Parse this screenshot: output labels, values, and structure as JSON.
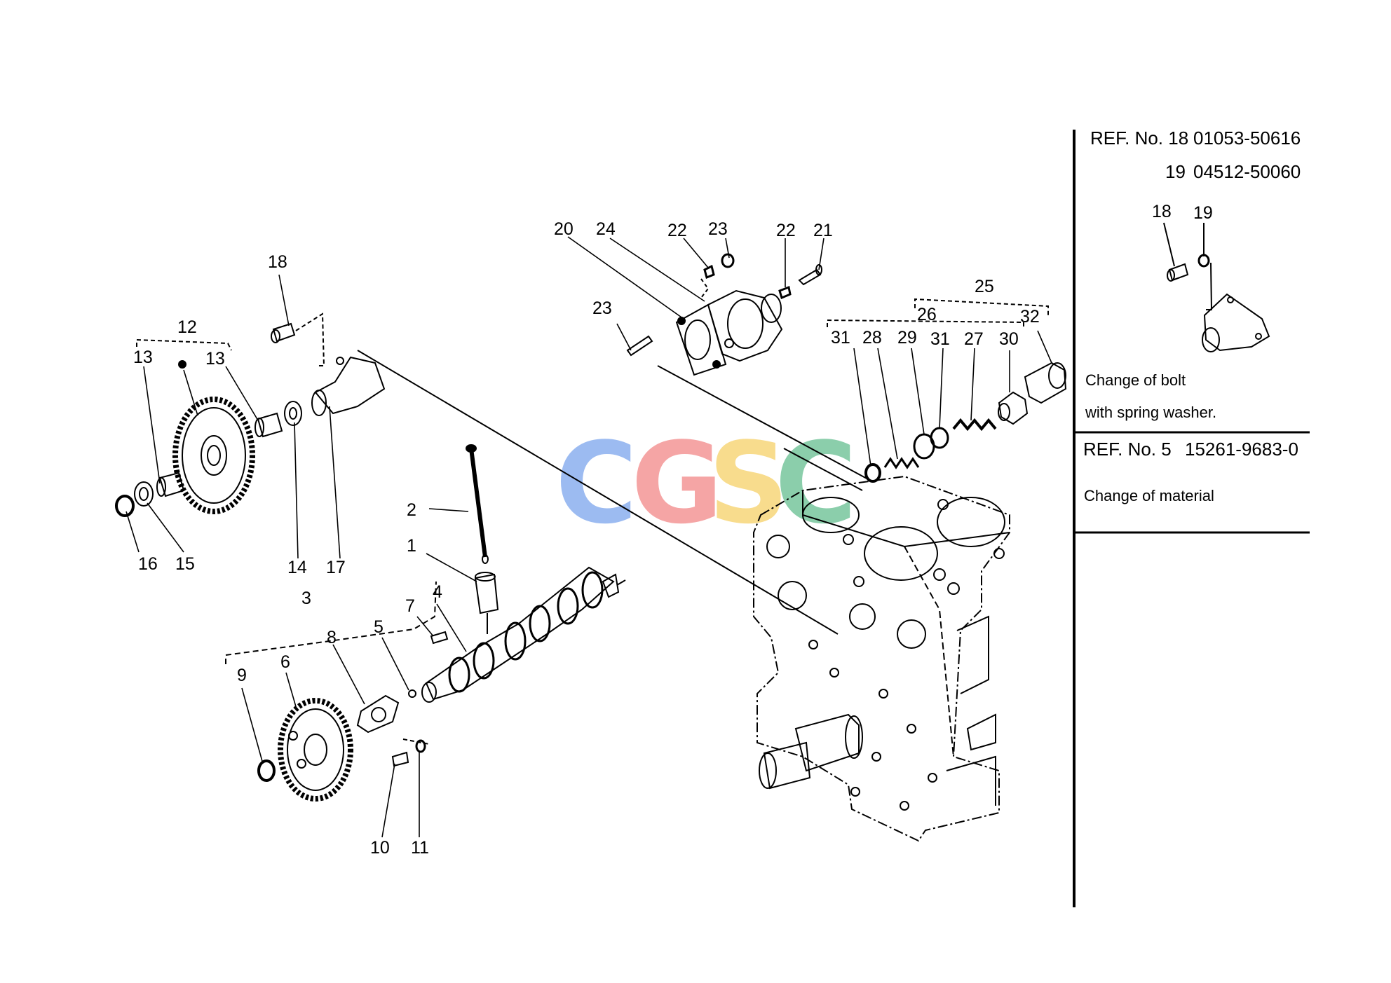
{
  "callouts": {
    "c1": "1",
    "c2": "2",
    "c3": "3",
    "c4": "4",
    "c5": "5",
    "c6": "6",
    "c7": "7",
    "c8": "8",
    "c9": "9",
    "c10": "10",
    "c11": "11",
    "c12": "12",
    "c13a": "13",
    "c13b": "13",
    "c14": "14",
    "c15": "15",
    "c16": "16",
    "c17": "17",
    "c18": "18",
    "c20": "20",
    "c21": "21",
    "c22a": "22",
    "c22b": "22",
    "c23a": "23",
    "c23b": "23",
    "c24": "24",
    "c25": "25",
    "c26": "26",
    "c27": "27",
    "c28": "28",
    "c29": "29",
    "c30": "30",
    "c31a": "31",
    "c31b": "31",
    "c32": "32"
  },
  "watermark": {
    "letters": [
      "C",
      "G",
      "S",
      "C"
    ],
    "colors": [
      "#5b8fe8",
      "#ef6b6b",
      "#f4c542",
      "#3fae74"
    ]
  },
  "panel": {
    "ref1_label": "REF. No. 18",
    "ref1_part": "01053-50616",
    "ref1b_no": "19",
    "ref1b_part": "04512-50060",
    "inset_18": "18",
    "inset_19": "19",
    "note1_line1": "Change of bolt",
    "note1_line2": "with spring washer.",
    "ref2_label": "REF. No. 5",
    "ref2_part": "15261-9683-0",
    "note2": "Change of material"
  }
}
